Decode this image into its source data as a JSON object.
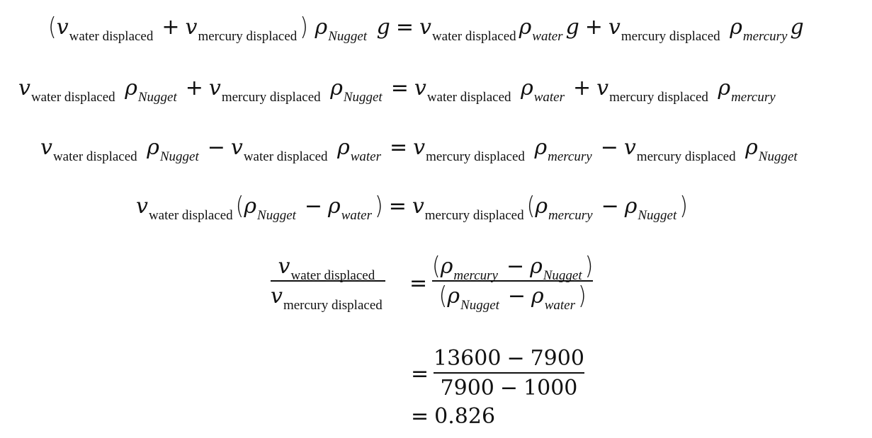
{
  "symbols": {
    "v": "v",
    "rho": "ρ",
    "g": "g",
    "plus": "+",
    "minus": "−",
    "equals": "=",
    "lparen": "(",
    "rparen": ")"
  },
  "subscripts": {
    "water_displaced": "water displaced",
    "mercury_displaced": "mercury displaced",
    "nugget": "Nugget",
    "water": "water",
    "mercury": "mercury"
  },
  "numeric": {
    "rho_mercury": "13600",
    "rho_nugget": "7900",
    "rho_water": "1000",
    "result": "0.826"
  }
}
